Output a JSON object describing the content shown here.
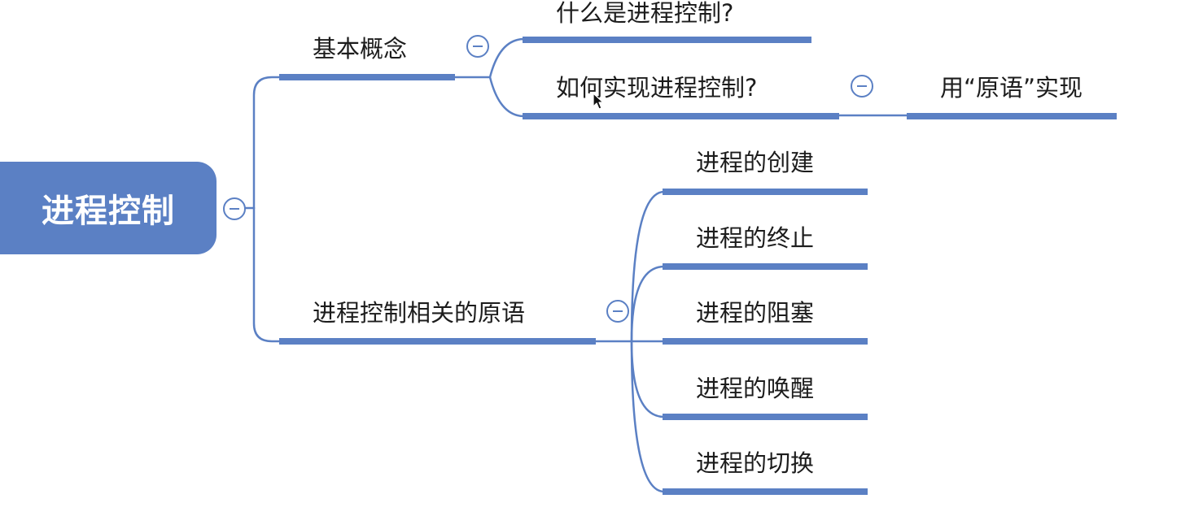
{
  "root": {
    "label": "进程控制"
  },
  "branches": {
    "basic": {
      "label": "基本概念",
      "children": {
        "what": {
          "label": "什么是进程控制?"
        },
        "how": {
          "label": "如何实现进程控制?",
          "answer": {
            "label": "用“原语”实现"
          }
        }
      }
    },
    "primitives": {
      "label": "进程控制相关的原语",
      "children": [
        {
          "label": "进程的创建"
        },
        {
          "label": "进程的终止"
        },
        {
          "label": "进程的阻塞"
        },
        {
          "label": "进程的唤醒"
        },
        {
          "label": "进程的切换"
        }
      ]
    }
  },
  "colors": {
    "accent": "#5b80c4",
    "text": "#1c1c1c",
    "background": "#ffffff"
  },
  "icons": [
    "collapse-icon",
    "mouse-pointer-icon"
  ]
}
